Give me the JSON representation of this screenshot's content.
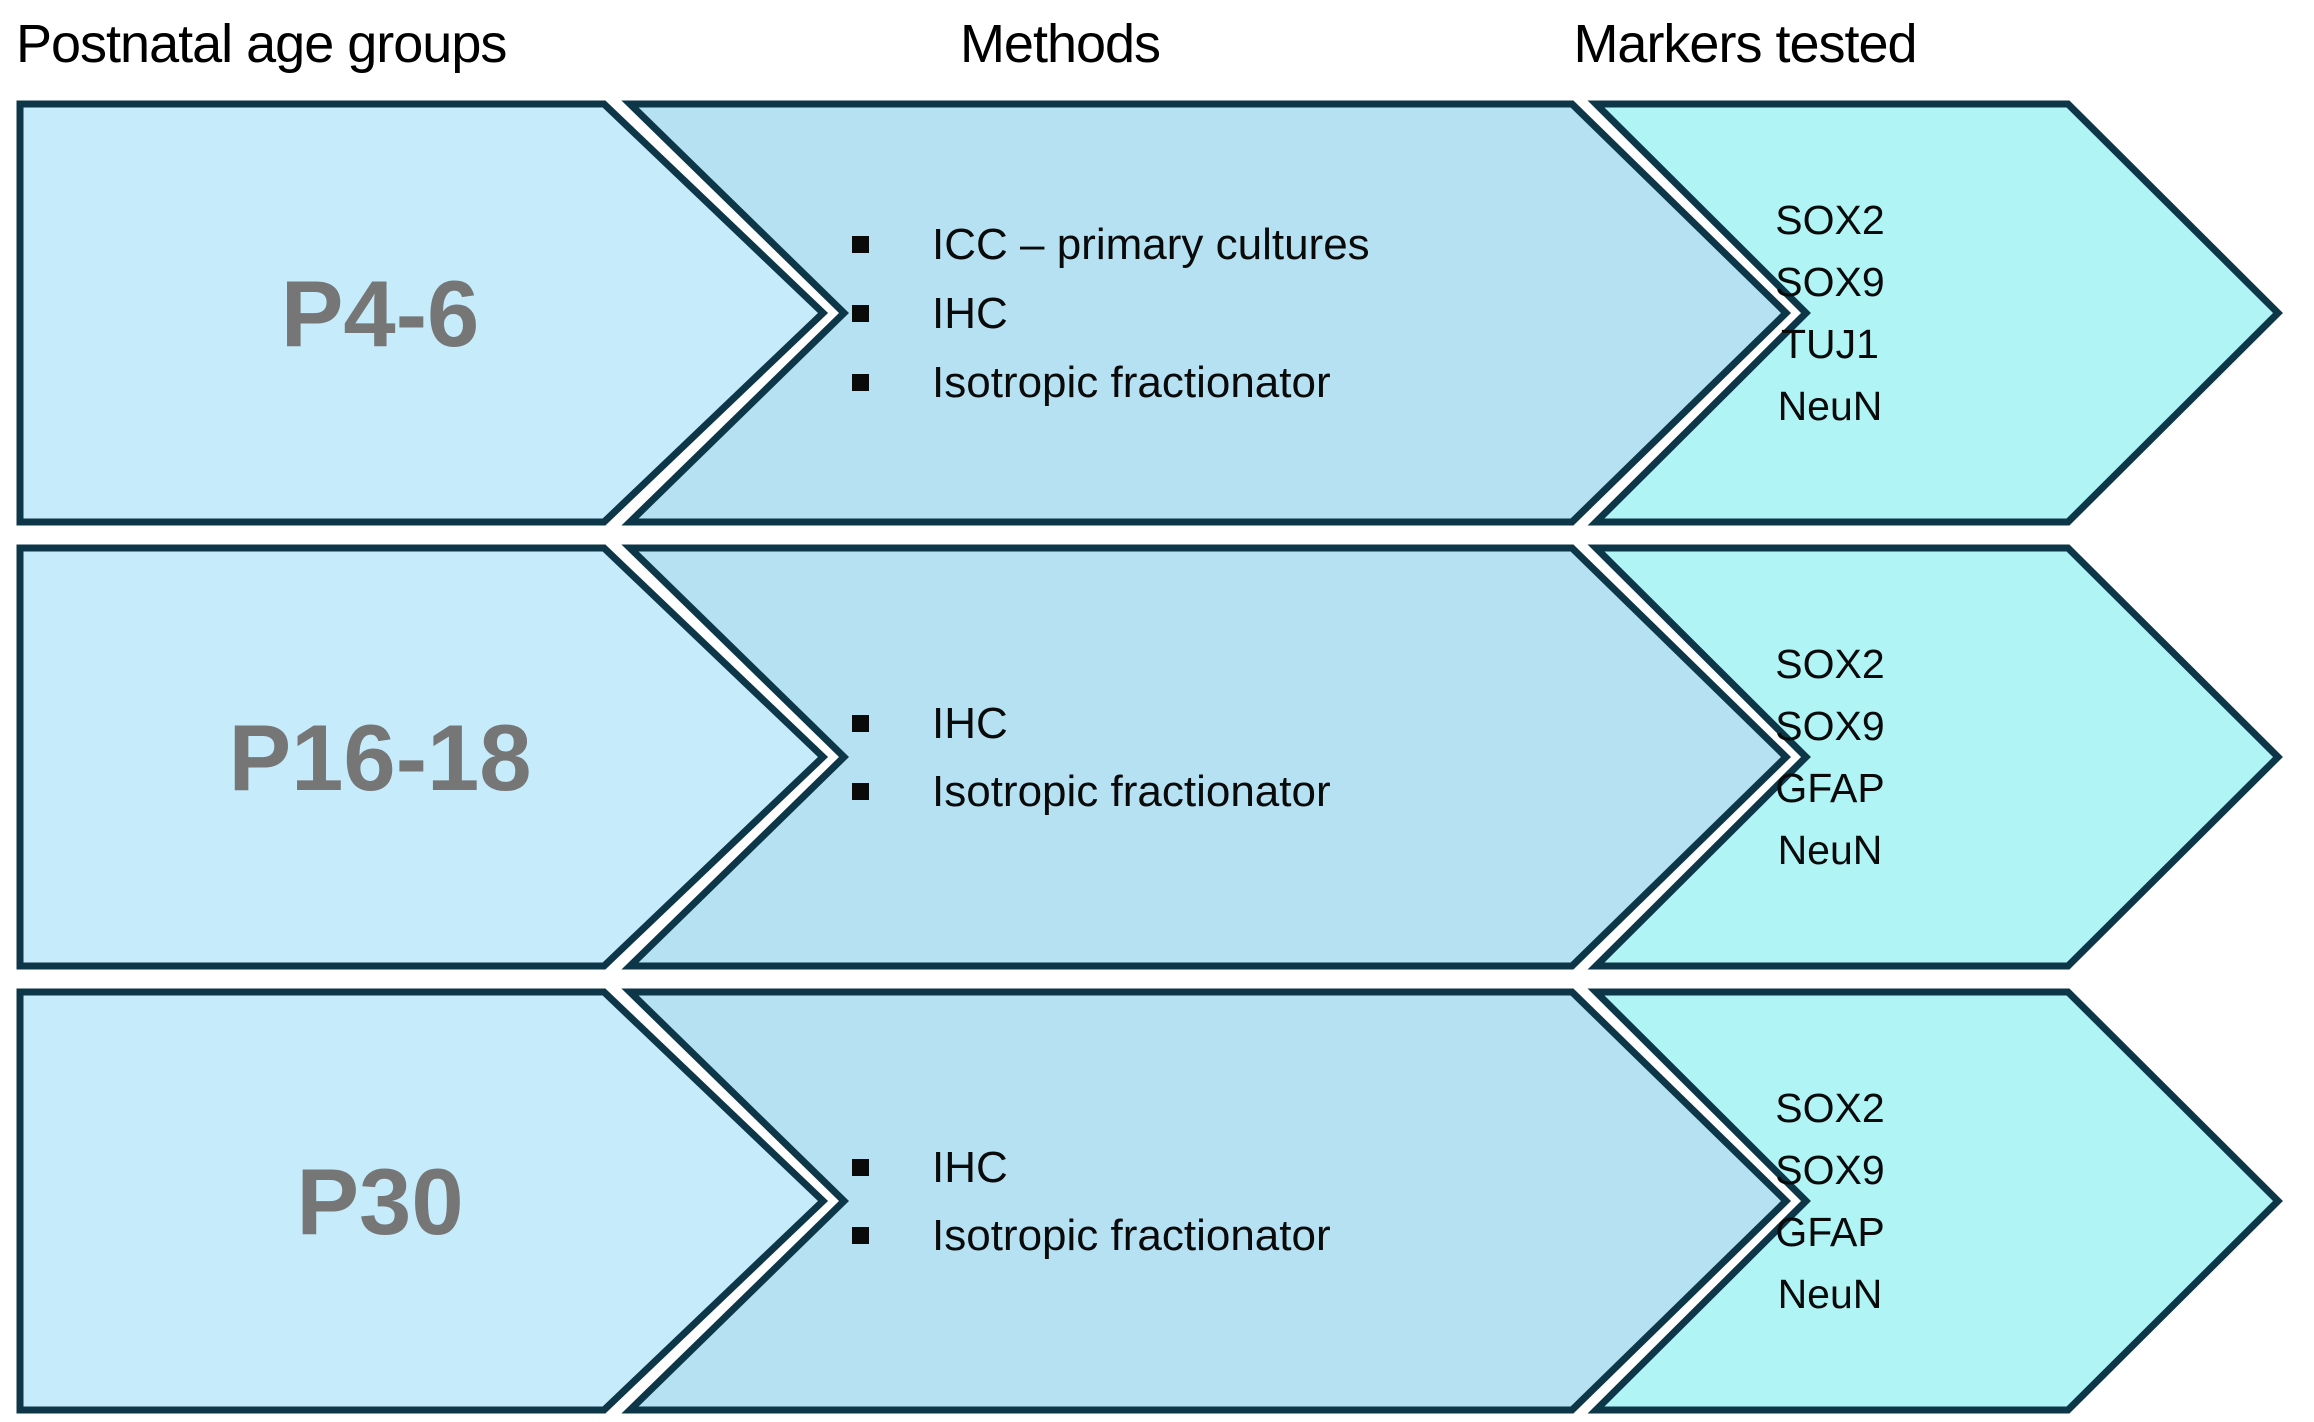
{
  "title": "Experimental design overview diagram",
  "columns": {
    "age_groups": "Postnatal age groups",
    "methods": "Methods",
    "markers": "Markers tested"
  },
  "colors": {
    "pentagon_fill": "#c6ebfb",
    "methods_chevron_fill": "#b5e1f2",
    "markers_chevron_fill": "#b0f4f6",
    "outline": "#0d3648",
    "age_label_text": "#767676",
    "body_text": "#0a0a0a",
    "background": "#ffffff"
  },
  "rows": [
    {
      "age_label": "P4-6",
      "methods": [
        "ICC – primary cultures",
        "IHC",
        "Isotropic fractionator"
      ],
      "markers": [
        "SOX2",
        "SOX9",
        "TUJ1",
        "NeuN"
      ]
    },
    {
      "age_label": "P16-18",
      "methods": [
        "IHC",
        "Isotropic fractionator"
      ],
      "markers": [
        "SOX2",
        "SOX9",
        "GFAP",
        "NeuN"
      ]
    },
    {
      "age_label": "P30",
      "methods": [
        "IHC",
        "Isotropic fractionator"
      ],
      "markers": [
        "SOX2",
        "SOX9",
        "GFAP",
        "NeuN"
      ]
    }
  ]
}
